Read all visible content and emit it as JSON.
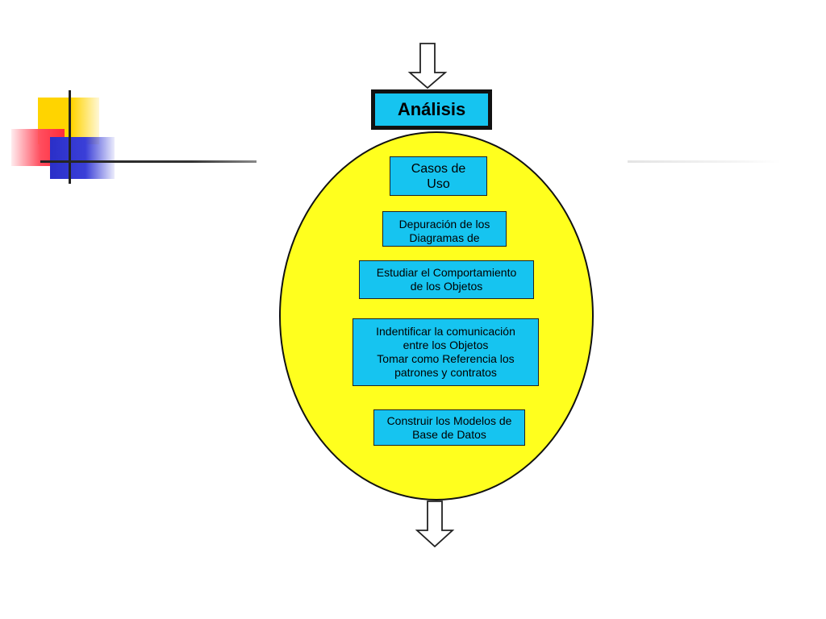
{
  "diagram": {
    "header": "Análisis",
    "steps": [
      {
        "text": "Casos de\nUso"
      },
      {
        "text": "Depuración de los\nDiagramas de"
      },
      {
        "text": "Estudiar el Comportamiento\nde los Objetos"
      },
      {
        "text": "Indentificar la comunicación\nentre los Objetos\nTomar como Referencia los\npatrones y contratos"
      },
      {
        "text": "Construir los Modelos de\nBase de Datos"
      }
    ]
  },
  "colors": {
    "ellipse_fill": "#ffff1e",
    "box_fill": "#16c4f0",
    "outline": "#111111",
    "deco_yellow": "#ffd400",
    "deco_red": "#ff2b3a",
    "deco_blue": "#2a2fc8"
  }
}
